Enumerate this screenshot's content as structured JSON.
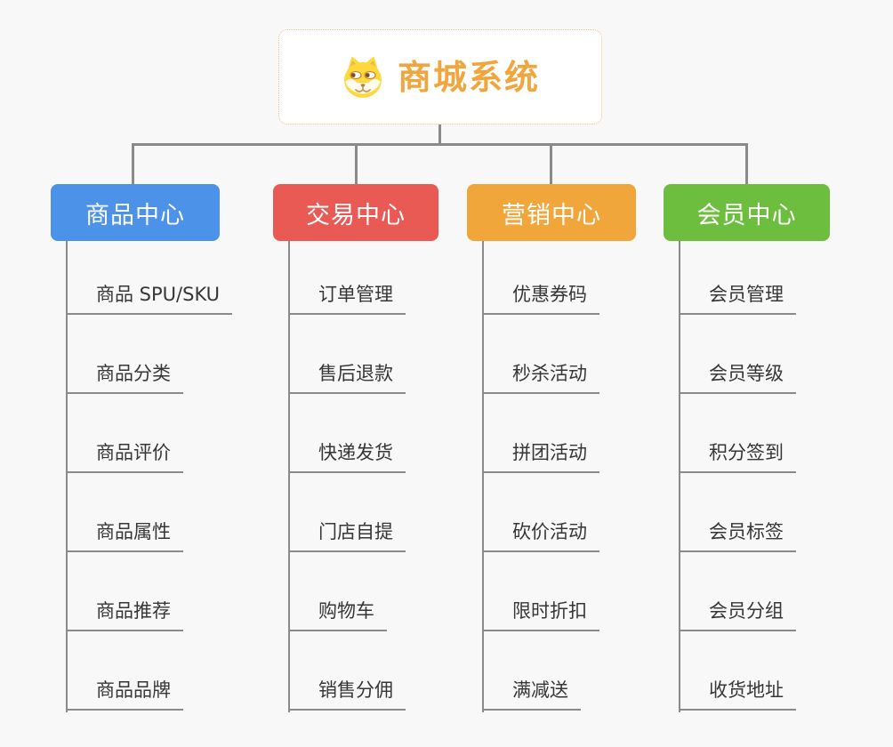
{
  "root": {
    "title": "商城系统",
    "icon": "shiba-dog-icon"
  },
  "branches": [
    {
      "label": "商品中心",
      "color": "#4b92e8",
      "children": [
        "商品 SPU/SKU",
        "商品分类",
        "商品评价",
        "商品属性",
        "商品推荐",
        "商品品牌"
      ]
    },
    {
      "label": "交易中心",
      "color": "#e95a55",
      "children": [
        "订单管理",
        "售后退款",
        "快递发货",
        "门店自提",
        "购物车",
        "销售分佣"
      ]
    },
    {
      "label": "营销中心",
      "color": "#f0a63b",
      "children": [
        "优惠券码",
        "秒杀活动",
        "拼团活动",
        "砍价活动",
        "限时折扣",
        "满减送"
      ]
    },
    {
      "label": "会员中心",
      "color": "#6dbe3f",
      "children": [
        "会员管理",
        "会员等级",
        "积分签到",
        "会员标签",
        "会员分组",
        "收货地址"
      ]
    }
  ],
  "colors": {
    "background": "#f8f8f9",
    "connector": "#8a8a8a",
    "root_text": "#f0a63c",
    "root_border": "#eec184",
    "leaf_text": "#363636"
  }
}
